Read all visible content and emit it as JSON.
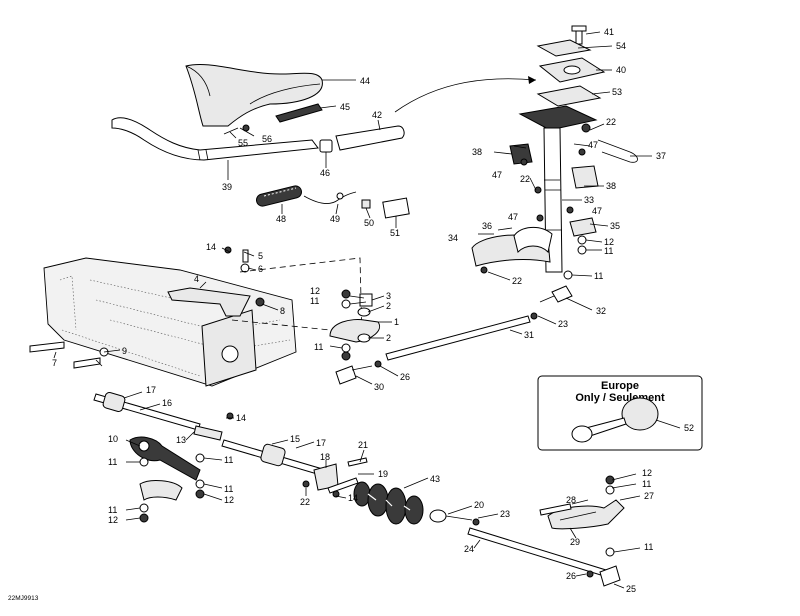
{
  "diagram": {
    "drawing_code": "22MJ9913",
    "europe_note": {
      "line1": "Europe",
      "line2": "Only / Seulement",
      "part": "52"
    },
    "callouts": {
      "c1": "1",
      "c2a": "2",
      "c2b": "2",
      "c3": "3",
      "c4": "4",
      "c5": "5",
      "c6": "6",
      "c7": "7",
      "c8": "8",
      "c9": "9",
      "c10": "10",
      "c11a": "11",
      "c11b": "11",
      "c11c": "11",
      "c11d": "11",
      "c11e": "11",
      "c11f": "11",
      "c11g": "11",
      "c11h": "11",
      "c11i": "11",
      "c11j": "11",
      "c12a": "12",
      "c12b": "12",
      "c12c": "12",
      "c12d": "12",
      "c12e": "12",
      "c13": "13",
      "c14a": "14",
      "c14b": "14",
      "c14c": "14",
      "c15": "15",
      "c16": "16",
      "c17a": "17",
      "c17b": "17",
      "c18": "18",
      "c19": "19",
      "c20": "20",
      "c21": "21",
      "c22a": "22",
      "c22b": "22",
      "c22c": "22",
      "c22d": "22",
      "c23a": "23",
      "c23b": "23",
      "c24": "24",
      "c25": "25",
      "c26a": "26",
      "c26b": "26",
      "c27": "27",
      "c28": "28",
      "c29": "29",
      "c30": "30",
      "c31": "31",
      "c32": "32",
      "c33": "33",
      "c34": "34",
      "c35": "35",
      "c36": "36",
      "c37": "37",
      "c38a": "38",
      "c38b": "38",
      "c39": "39",
      "c40": "40",
      "c41": "41",
      "c42": "42",
      "c43": "43",
      "c44": "44",
      "c45": "45",
      "c46": "46",
      "c47a": "47",
      "c47b": "47",
      "c47c": "47",
      "c47d": "47",
      "c48": "48",
      "c49": "49",
      "c50": "50",
      "c51": "51",
      "c53": "53",
      "c54": "54",
      "c55": "55",
      "c56": "56"
    }
  }
}
